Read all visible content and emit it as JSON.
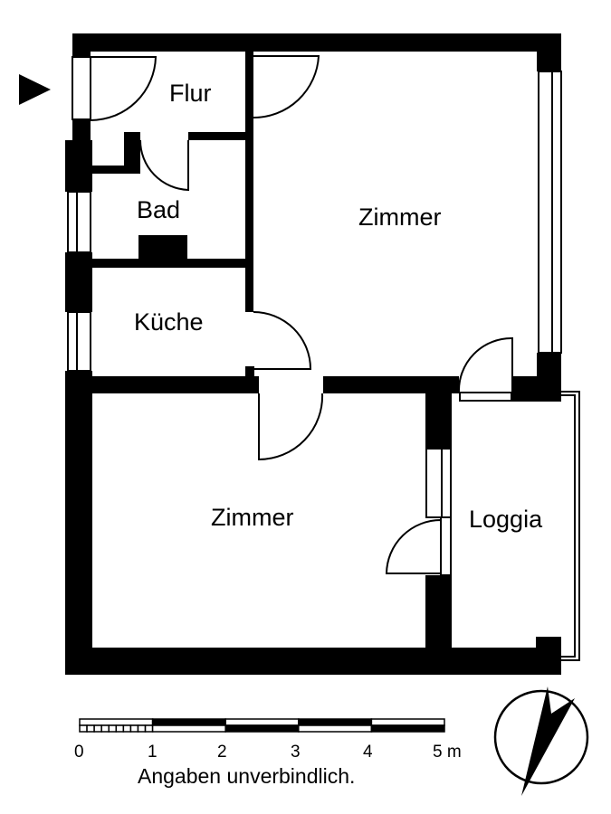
{
  "floorplan": {
    "rooms": [
      {
        "id": "flur",
        "label": "Flur"
      },
      {
        "id": "bad",
        "label": "Bad"
      },
      {
        "id": "kueche",
        "label": "Küche"
      },
      {
        "id": "zimmer-1",
        "label": "Zimmer"
      },
      {
        "id": "zimmer-2",
        "label": "Zimmer"
      },
      {
        "id": "loggia",
        "label": "Loggia"
      }
    ],
    "entrance_icon": "triangle-right-icon",
    "compass_icon": "north-arrow-icon"
  },
  "scale_bar": {
    "ticks": [
      "0",
      "1",
      "2",
      "3",
      "4",
      "5 m"
    ],
    "unit": "m",
    "max_value": 5
  },
  "disclaimer": "Angaben unverbindlich.",
  "colors": {
    "walls": "#000000",
    "background": "#ffffff"
  }
}
